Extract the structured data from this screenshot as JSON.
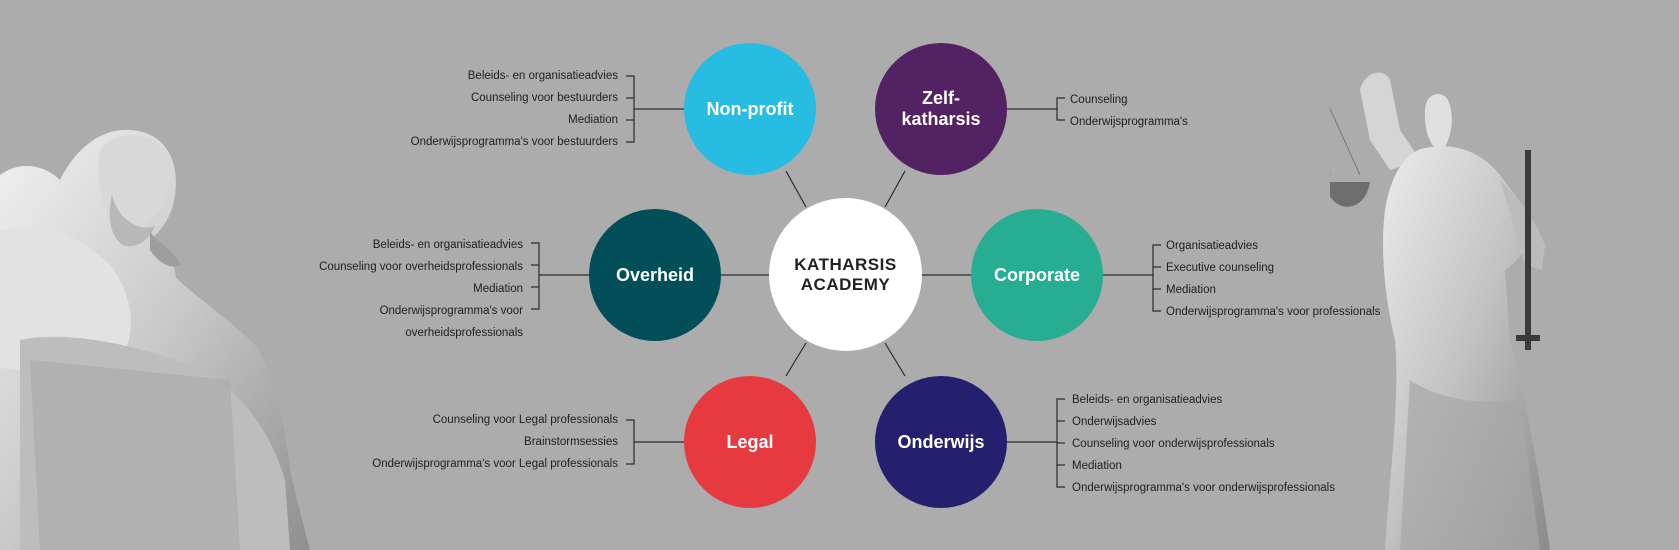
{
  "center": {
    "label": "KATHARSIS\nACADEMY"
  },
  "nodes": [
    {
      "id": "non-profit",
      "label": "Non-profit",
      "color": "#27bde3",
      "items": [
        "Beleids- en organisatieadvies",
        "Counseling voor bestuurders",
        "Mediation",
        "Onderwijsprogramma's voor bestuurders"
      ]
    },
    {
      "id": "zelf-katharsis",
      "label": "Zelf-\nkatharsis",
      "color": "#532262",
      "items": [
        "Counseling",
        "Onderwijsprogramma's"
      ]
    },
    {
      "id": "overheid",
      "label": "Overheid",
      "color": "#034f59",
      "items": [
        "Beleids- en organisatieadvies",
        "Counseling voor overheidsprofessionals",
        "Mediation",
        "Onderwijsprogramma's voor",
        "overheidsprofessionals"
      ]
    },
    {
      "id": "corporate",
      "label": "Corporate",
      "color": "#27ad92",
      "items": [
        "Organisatieadvies",
        "Executive counseling",
        "Mediation",
        "Onderwijsprogramma's voor professionals"
      ]
    },
    {
      "id": "legal",
      "label": "Legal",
      "color": "#e73a40",
      "items": [
        "Counseling voor Legal professionals",
        "Brainstormsessies",
        "Onderwijsprogramma's voor Legal professionals"
      ]
    },
    {
      "id": "onderwijs",
      "label": "Onderwijs",
      "color": "#24206d",
      "items": [
        "Beleids- en organisatieadvies",
        "Onderwijsadvies",
        "Counseling voor onderwijsprofessionals",
        "Mediation",
        "Onderwijsprogramma's voor onderwijsprofessionals"
      ]
    }
  ],
  "statues": {
    "left": "socrates-statue",
    "right": "lady-justice-statue"
  }
}
